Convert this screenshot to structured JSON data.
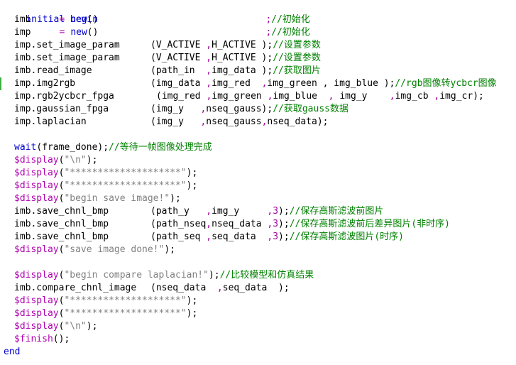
{
  "colors": {
    "keyword": "#0000cc",
    "plain": "#000000",
    "operator": "#a000a0",
    "system_task": "#b000b0",
    "string": "#808080",
    "comment": "#008000",
    "change_marker": "#3cb043",
    "background": "#ffffff"
  },
  "code": {
    "l01": {
      "kw": "initial begin"
    },
    "l02": {
      "name": "imb",
      "op": "=",
      "fn": "new",
      "p": "()",
      "semi": ";",
      "cm": "//初始化"
    },
    "l03": {
      "name": "imp",
      "op": "=",
      "fn": "new",
      "p": "()",
      "semi": ";",
      "cm": "//初始化"
    },
    "l04": {
      "call": "imp.set_image_param",
      "args": "(V_ACTIVE ",
      "sep": ",",
      "args2": "H_ACTIVE );",
      "cm": "//设置参数"
    },
    "l05": {
      "call": "imb.set_image_param",
      "args": "(V_ACTIVE ",
      "sep": ",",
      "args2": "H_ACTIVE );",
      "cm": "//设置参数"
    },
    "l06": {
      "call": "imb.read_image",
      "args": "(path_in  ",
      "sep": ",",
      "args2": "img_data );",
      "cm": "//获取图片"
    },
    "l07": {
      "call": "imp.img2rgb",
      "a1": "(img_data ",
      "a2": "img_red  ",
      "a3": "img_green , img_blue );",
      "cm": "//rgb图像转ycbcr图像"
    },
    "l08": {
      "call": "imp.rgb2ycbcr_fpga",
      "a1": "(img_red ",
      "a2": "img_green ",
      "a3": "img_blue  ",
      "a4": " img_y    ",
      "a5": "img_cb ",
      "a6": "img_cr);"
    },
    "l09": {
      "call": "imp.gaussian_fpga",
      "a1": "(img_y   ",
      "a2": "nseq_gauss);",
      "cm": "//获取gauss数据"
    },
    "l10": {
      "call": "imp.laplacian",
      "a1": "(img_y   ",
      "a2": "nseq_gauss",
      "a3": "nseq_data);"
    },
    "l12": {
      "kw": "wait",
      "p": "(frame_done);",
      "cm": "//等待一帧图像处理完成"
    },
    "l13": {
      "sys": "$display",
      "p1": "(",
      "str": "\"\\n\"",
      "p2": ");"
    },
    "l14": {
      "sys": "$display",
      "p1": "(",
      "str": "\"********************\"",
      "p2": ");"
    },
    "l15": {
      "sys": "$display",
      "p1": "(",
      "str": "\"********************\"",
      "p2": ");"
    },
    "l16": {
      "sys": "$display",
      "p1": "(",
      "str": "\"begin save image!\"",
      "p2": ");"
    },
    "l17": {
      "call": "imb.save_chnl_bmp",
      "a1": "(path_y   ",
      "a2": "img_y     ",
      "dg": "3",
      "p": ");",
      "cm": "//保存高斯滤波前图片"
    },
    "l18": {
      "call": "imb.save_chnl_bmp",
      "a1": "(path_nseq",
      "a2": "nseq_data ",
      "dg": "3",
      "p": ");",
      "cm": "//保存高斯滤波前后差异图片(非时序)"
    },
    "l19": {
      "call": "imb.save_chnl_bmp",
      "a1": "(path_seq ",
      "a2": "seq_data  ",
      "dg": "3",
      "p": ");",
      "cm": "//保存高斯滤波图片(时序)"
    },
    "l20": {
      "sys": "$display",
      "p1": "(",
      "str": "\"save image done!\"",
      "p2": ");"
    },
    "l22": {
      "sys": "$display",
      "p1": "(",
      "str": "\"begin compare laplacian!\"",
      "p2": ");",
      "cm": "//比较模型和仿真结果"
    },
    "l23": {
      "call": "imb.compare_chnl_image",
      "a1": "(nseq_data  ",
      "a2": "seq_data  );"
    },
    "l24": {
      "sys": "$display",
      "p1": "(",
      "str": "\"********************\"",
      "p2": ");"
    },
    "l25": {
      "sys": "$display",
      "p1": "(",
      "str": "\"********************\"",
      "p2": ");"
    },
    "l26": {
      "sys": "$display",
      "p1": "(",
      "str": "\"\\n\"",
      "p2": ");"
    },
    "l27": {
      "sys": "$finish",
      "p": "();"
    },
    "l28": {
      "kw": "end"
    }
  }
}
